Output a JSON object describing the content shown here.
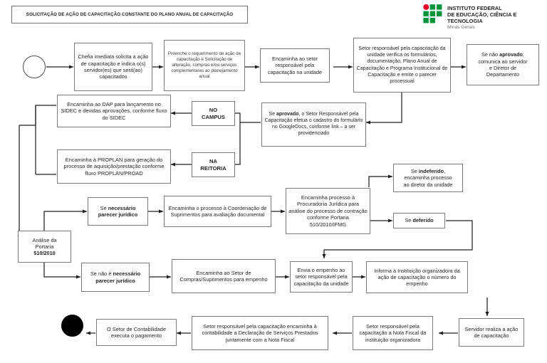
{
  "title": "SOLICITAÇÃO DE AÇÃO DE CAPACITAÇÃO CONSTANTE DO PLANO ANUAL DE CAPACITAÇÃO",
  "logo": {
    "line1": "INSTITUTO FEDERAL",
    "line2": "DE EDUCAÇÃO, CIÊNCIA E TECNOLOGIA",
    "line3": "Minas Gerais",
    "green": "#00953b",
    "red": "#e4002b"
  },
  "nodes": {
    "start": {
      "label": ""
    },
    "chefia": {
      "label": "Chefia imediata solicita a ação de capacitação e indica o(s) servidor(es) que será(ao) capacitados"
    },
    "preenche": {
      "label": "Preenche o requerimento de ação de capacitação e Solicitação de alteração, compras e/ou serviços complementares ao planejamento anual"
    },
    "encaminha_setor": {
      "label": "Encaminha ao setor responsável pela capacitação na unidade"
    },
    "setor_verifica": {
      "label": "Setor responsável pela capacitação da unidade verifica os formulários, documentação, Plano Anual de Capacitação e Programa Institucional de Capacitação e emite o parecer processual"
    },
    "nao_aprovado": {
      "label": "Se não aprovado, comunica ao servidor e Diretor de Departamento",
      "bold": "aprovado"
    },
    "aprovado": {
      "label": "Se aprovado, o Setor Responsável pela Capacitação efetua o cadastro do formulário no GoogleDocs, conforme link – a ser providenciado",
      "bold": "aprovado"
    },
    "no_campus": {
      "label": "NO CAMPUS"
    },
    "na_reitoria": {
      "label": "NA REITORIA"
    },
    "dap": {
      "label": "Encaminha ao DAP para lançamento no SIDEC e devidas aprovações, conforme fluxo do SIDEC"
    },
    "proplan": {
      "label": "Encaminha à PROPLAN para geração do processo de aquisição/prestação conforme fluxo PROPLAN/PROAD"
    },
    "analise": {
      "label": "Análise da Portaria 510/2010",
      "bold": "510/2010"
    },
    "necessario": {
      "label": "Se necessário parecer jurídico",
      "bold": "necessário parecer jurídico"
    },
    "coordenacao": {
      "label": "Encaminha o processo à Coordenação de Suprimentos para avaliação documental"
    },
    "procuradoria": {
      "label": "Encaminha processo à Procuradoria Jurídica para análise do processo de contração conforme Portaria 510/2010/IFMG"
    },
    "indeferido": {
      "label": "Se indeferido, encaminha processo ao diretor da unidade",
      "bold": "indeferido"
    },
    "deferido": {
      "label": "Se deferido",
      "bold": "deferido"
    },
    "nao_necessario": {
      "label": "Se não é necessário parecer jurídico",
      "bold": "necessário parecer jurídico"
    },
    "compras": {
      "label": "Encaminha ao Setor de Compras/Suprimentos para empenho"
    },
    "envia_empenho": {
      "label": "Envia o empenho ao setor responsável pela capacitação da unidade"
    },
    "informa": {
      "label": "Informa à Instituição organizadora da ação de capacitação o número do empenho"
    },
    "servidor_realiza": {
      "label": "Servidor realiza a ação de capacitação"
    },
    "nota_fiscal": {
      "label": "Setor responsável pela capacitação a Nota Fiscal da instituição organizadora"
    },
    "declaracao": {
      "label": "Setor responsável pela capacitação encaminha à contabilidade a Declaração de Serviços Prestados juntamente com a Nota Fiscal"
    },
    "contabilidade": {
      "label": "O Setor de Contabilidade executa o pagamento"
    },
    "end": {
      "label": ""
    }
  }
}
